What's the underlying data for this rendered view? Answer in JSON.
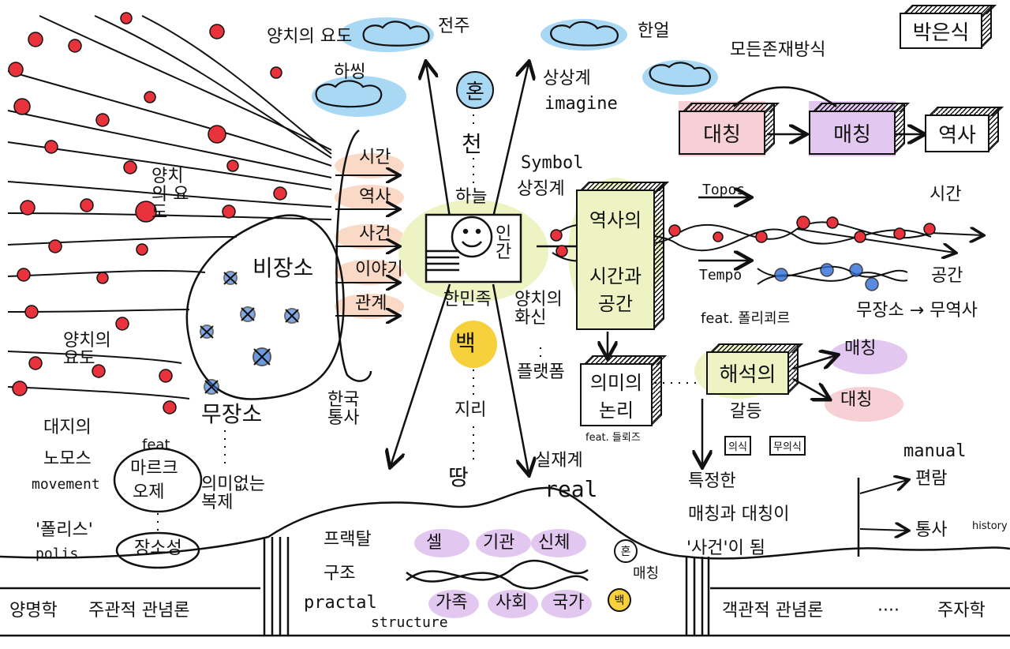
{
  "colors": {
    "red_dot": "#e8323c",
    "red_glow": "#f7b9bf",
    "blue_cloud": "#a9d8f5",
    "blue_x": "#2f6fd8",
    "peach": "#fbd9c7",
    "purple": "#e2c8f0",
    "lime": "#eef3c4",
    "yellow": "#f7d13b",
    "pink": "#f6d0d4"
  },
  "top_left": {
    "text_a": "양치의 요도",
    "text_b": "하씽",
    "cloud_label": "전주"
  },
  "top_center": {
    "cloud_label": "한얼",
    "imagine_ko": "상상계",
    "imagine_en": "imagine"
  },
  "author_box": "박은식",
  "existence_title": "모든존재방식",
  "relation_chain": {
    "box1": "대칭",
    "box2": "매칭",
    "box3": "역사"
  },
  "left_field": {
    "label_1": "양치의 요도",
    "label_2": "양치의 요도",
    "non_place": "비장소",
    "no_place": "무장소",
    "meaningless_copy": "의미없는 복제"
  },
  "arrows_list": [
    "시간",
    "역사",
    "사건",
    "이야기",
    "관계"
  ],
  "korean_history": "한국 통사",
  "center": {
    "top_badge": "혼",
    "sky": "천",
    "sky_word": "하늘",
    "human": "인간",
    "han_nation": "한민족",
    "baek_badge": "백",
    "earth_word": "지리",
    "land": "땅"
  },
  "symbol": {
    "en": "Symbol",
    "ko": "상징계"
  },
  "history_box": {
    "line1": "역사의",
    "line2": "시간과",
    "line3": "공간"
  },
  "incarnation": "양치의 화신",
  "platform": "플랫폼",
  "meaning_box": {
    "line1": "의미의",
    "line2": "논리",
    "feat": "feat. 들뢰즈"
  },
  "interpretation_box": {
    "line1": "해석의",
    "line2": "갈등",
    "sub_left": "의식",
    "sub_right": "무의식"
  },
  "right_chart": {
    "topos": "Topos",
    "tempo": "Tempo",
    "time": "시간",
    "space": "공간",
    "feat": "feat. 폴리쾨르",
    "no_place_chain": "무장소 → 무역사"
  },
  "bubbles": {
    "matching": "매칭",
    "symmetry": "대칭"
  },
  "real": {
    "ko": "실재계",
    "en": "real"
  },
  "specific": {
    "line1": "특정한",
    "line2": "매칭과 대칭이",
    "line3": "'사건'이 됨"
  },
  "manual": {
    "title": "manual",
    "item1": "편람",
    "item2": "통사",
    "item2_sub": "history"
  },
  "left_bottom": {
    "mass_line1": "대지의",
    "mass_line2": "노모스",
    "movement": "movement",
    "feat": "feat",
    "marx_line1": "마르크",
    "marx_line2": "오제",
    "polis": "'폴리스'",
    "polis_en": "polis",
    "place": "장소성"
  },
  "fractal": {
    "title": "프랙탈",
    "struct": "구조",
    "en1": "practal",
    "en2": "structure",
    "chain_top": [
      "셀",
      "기관",
      "신체"
    ],
    "chain_bottom": [
      "가족",
      "사회",
      "국가"
    ],
    "hon": "혼",
    "baek": "백",
    "matching": "매칭"
  },
  "ground": {
    "left": "양명학",
    "left2": "주관적 관념론",
    "right": "객관적 관념론",
    "right2": "주자학",
    "dots": "····"
  }
}
